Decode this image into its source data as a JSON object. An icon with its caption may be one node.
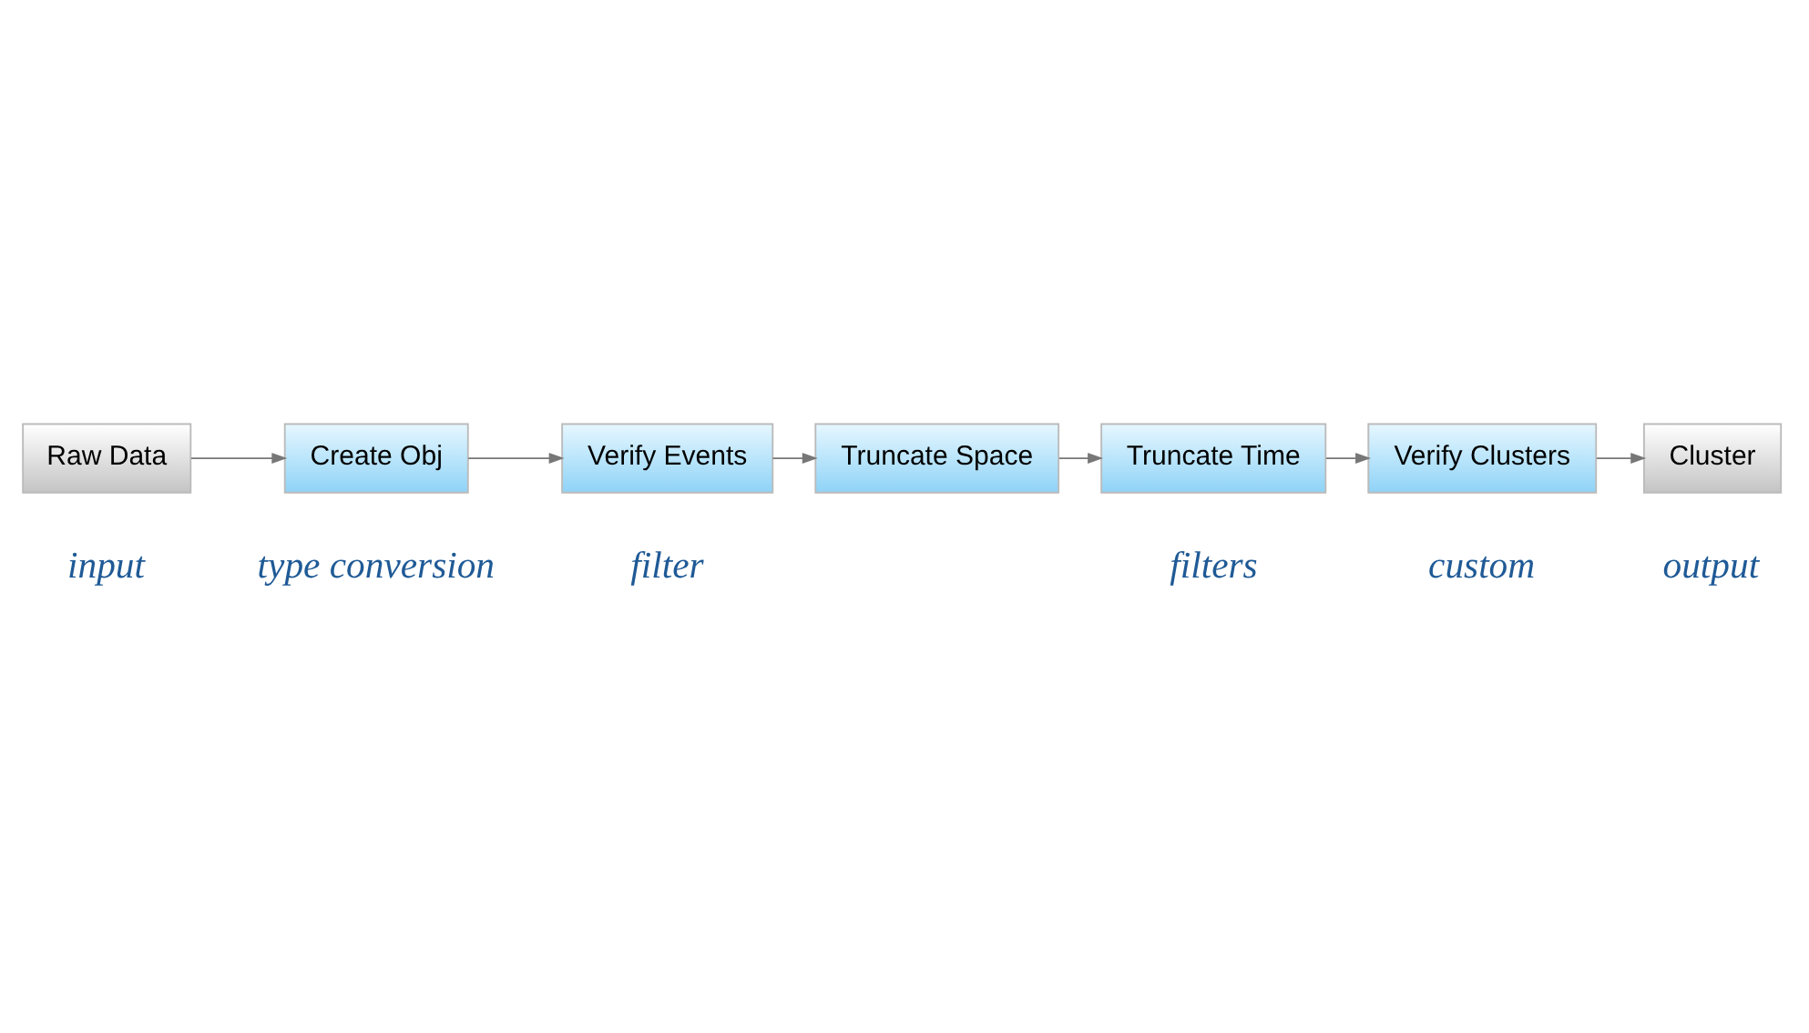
{
  "diagram": {
    "nodes": [
      {
        "text": [
          "Raw Data"
        ],
        "beside": [
          "input"
        ]
      },
      {
        "text": [
          "Create Obj"
        ],
        "beside": [
          "type conversion"
        ]
      },
      {
        "text": [
          "Verify Events"
        ],
        "beside": [
          "filter"
        ]
      },
      {
        "text": [
          "Truncate Space"
        ]
      },
      {
        "text": [
          "Truncate Time"
        ],
        "beside": [
          "filters"
        ]
      },
      {
        "text": [
          "Verify Clusters"
        ],
        "beside": [
          "custom"
        ]
      },
      {
        "text": [
          "Cluster"
        ],
        "beside": [
          "output"
        ]
      }
    ],
    "edges": [
      {
        "from": 0,
        "to": 1,
        "arrow": "to"
      },
      {
        "from": 1,
        "to": 2,
        "arrow": "to"
      },
      {
        "from": 2,
        "to": 3,
        "arrow": "to"
      },
      {
        "from": 3,
        "to": 4,
        "arrow": "to"
      },
      {
        "from": 4,
        "to": 5,
        "arrow": "to"
      },
      {
        "from": 5,
        "to": 6,
        "arrow": "to"
      }
    ]
  }
}
